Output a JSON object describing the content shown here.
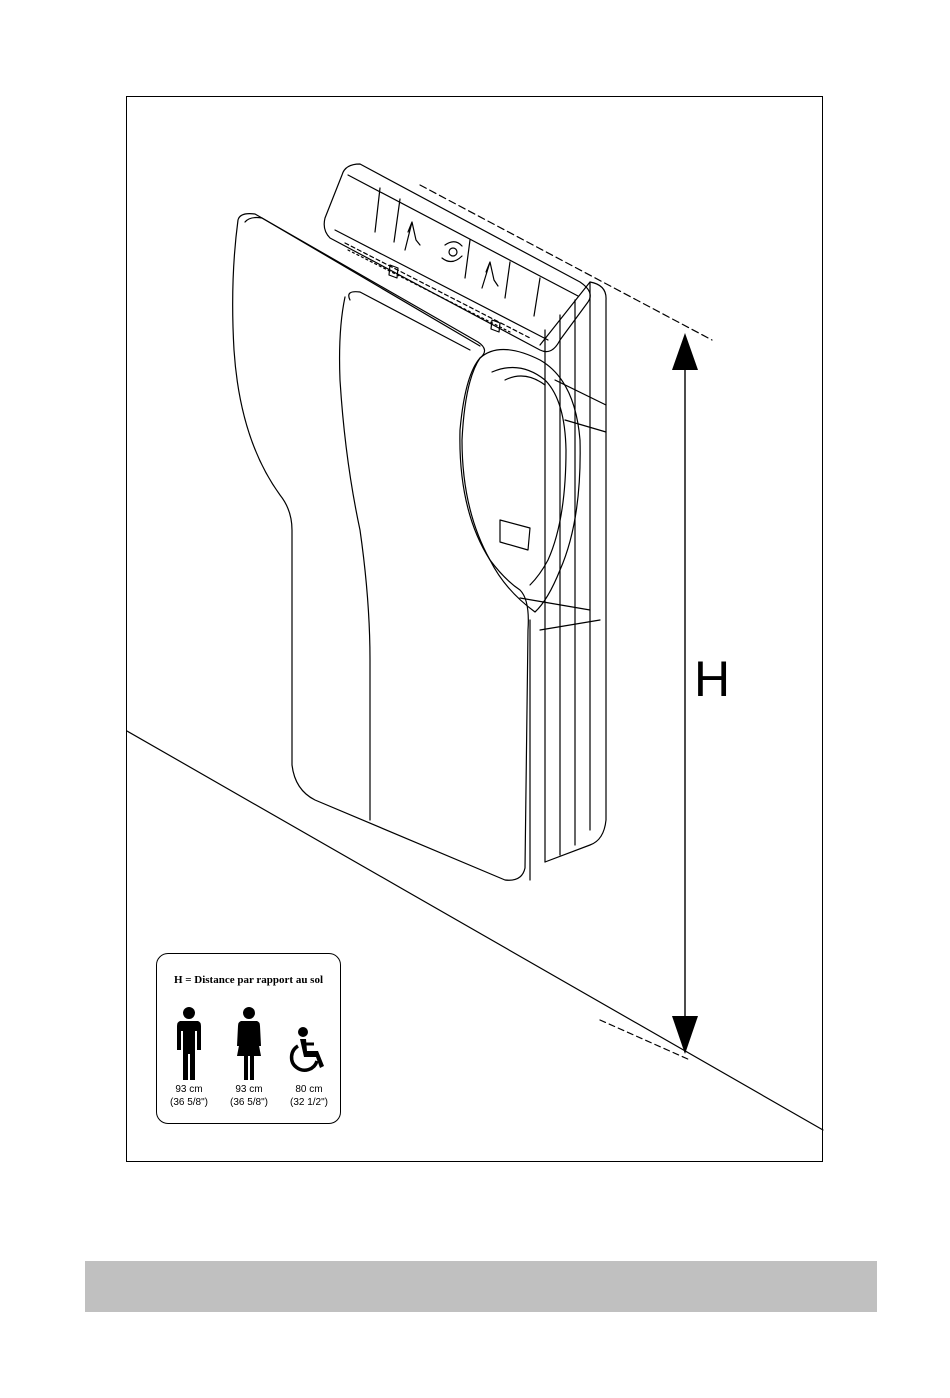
{
  "diagram": {
    "dimension_label": "H",
    "legend": {
      "title": "H = Distance par rapport au sol",
      "figures": [
        {
          "icon": "man-icon",
          "height_cm": "93 cm",
          "height_in": "(36 5/8\")"
        },
        {
          "icon": "woman-icon",
          "height_cm": "93 cm",
          "height_in": "(36 5/8\")"
        },
        {
          "icon": "wheelchair-icon",
          "height_cm": "80 cm",
          "height_in": "(32 1/2\")"
        }
      ]
    }
  },
  "colors": {
    "line": "#000000",
    "footer_bar": "#c0c0c0",
    "background": "#ffffff"
  }
}
